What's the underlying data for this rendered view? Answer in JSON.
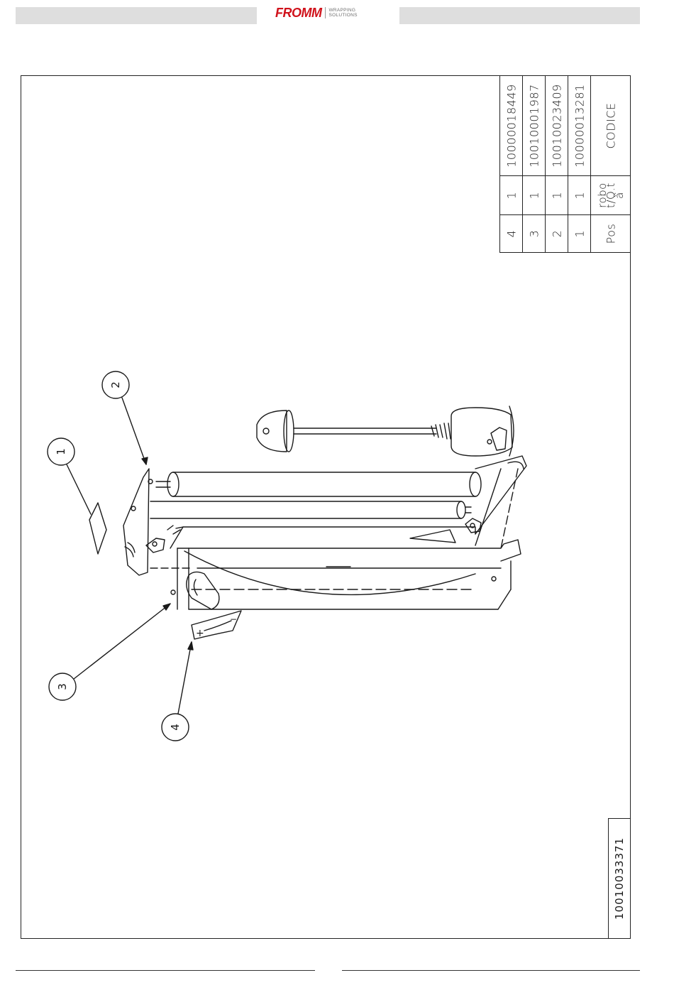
{
  "header": {
    "brand": "FROMM",
    "tagline_1": "WRAPPING",
    "tagline_2": "SOLUTIONS",
    "brand_color": "#d0121b"
  },
  "parts_table": {
    "headers": {
      "pos": "Pos",
      "qty": "robo t/Q.t à",
      "code": "CODICE"
    },
    "rows": [
      {
        "pos": "4",
        "qty": "1",
        "code": "10000018449"
      },
      {
        "pos": "3",
        "qty": "1",
        "code": "10010001987"
      },
      {
        "pos": "2",
        "qty": "1",
        "code": "10010023409"
      },
      {
        "pos": "1",
        "qty": "1",
        "code": "10000013281"
      }
    ]
  },
  "drawing_number": "10010033371",
  "balloons": [
    "1",
    "2",
    "3",
    "4"
  ]
}
